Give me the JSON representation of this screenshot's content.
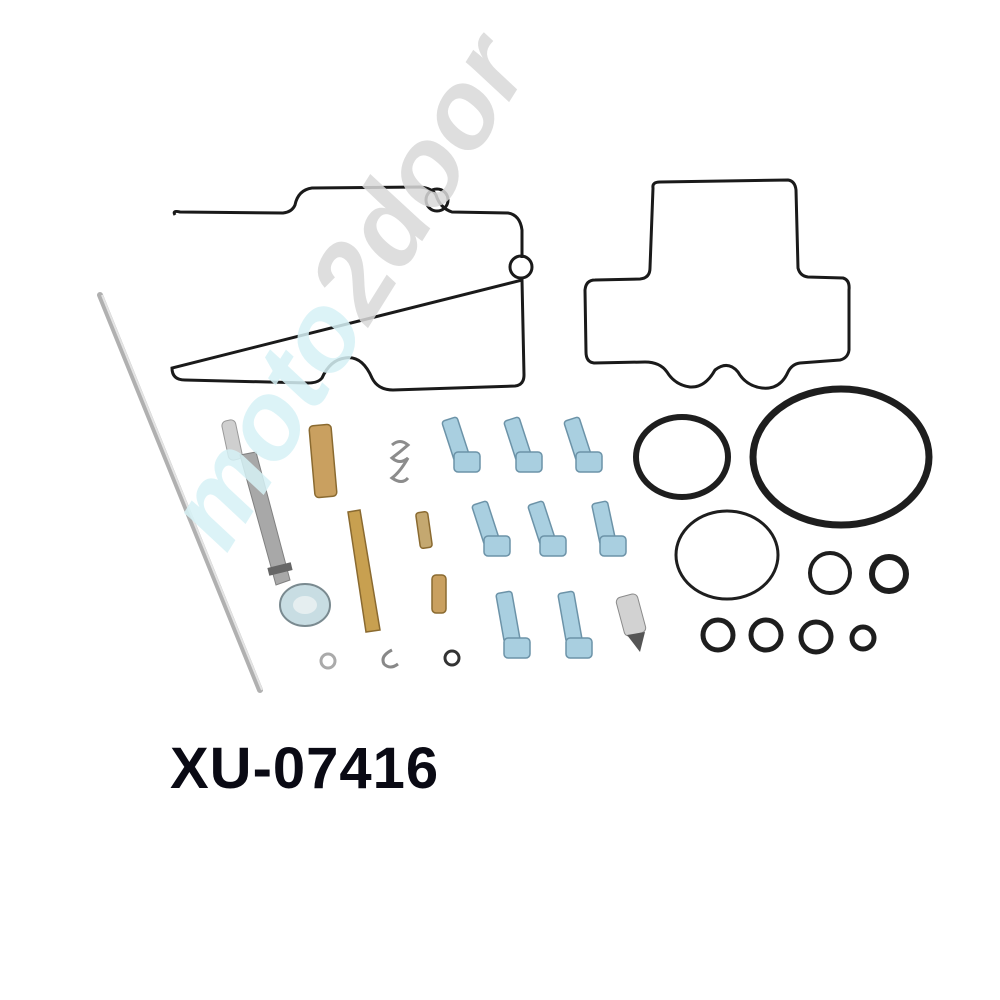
{
  "product": {
    "part_number": "XU-07416",
    "description": "Carburetor rebuild kit components"
  },
  "watermark": {
    "part1": "moto",
    "part2": "2door",
    "color1": "#d6f2f6",
    "color2": "#d9d9d9"
  },
  "colors": {
    "background": "#ffffff",
    "gasket": "#1a1a1a",
    "screw": "#a9cfe0",
    "brass": "#c9a060",
    "steel": "#b8b8b8"
  },
  "components": {
    "gaskets": 2,
    "o_rings": 9,
    "screws": 8,
    "jets": 3,
    "needle": 1,
    "float_valve": 1,
    "washers_clips": 4,
    "spring": 1,
    "pin_rod": 1
  }
}
